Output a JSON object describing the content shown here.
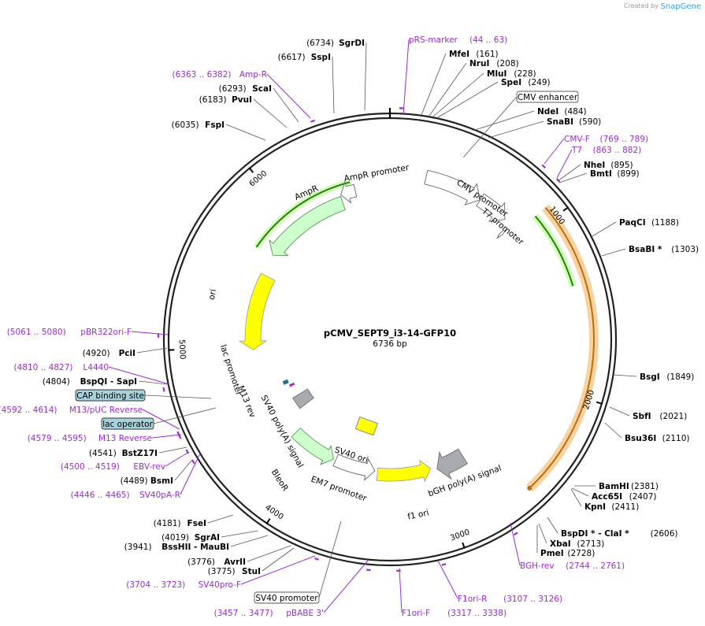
{
  "credit": {
    "prefix": "Created by",
    "brand": "SnapGene"
  },
  "title": "pCMV_SEPT9_i3-14-GFP10",
  "length_text": "6736 bp",
  "length": 6736,
  "ticks": [
    {
      "pos": 1000,
      "label": "1000"
    },
    {
      "pos": 2000,
      "label": "2000"
    },
    {
      "pos": 3000,
      "label": "3000"
    },
    {
      "pos": 4000,
      "label": "4000"
    },
    {
      "pos": 5000,
      "label": "5000"
    },
    {
      "pos": 6000,
      "label": "6000"
    }
  ],
  "sites": [
    {
      "name": "SgrDI",
      "pos_text": "(6734)",
      "pos": 6734,
      "side": "left",
      "star": false
    },
    {
      "name": "SspI",
      "pos_text": "(6617)",
      "pos": 6617,
      "side": "left",
      "star": false
    },
    {
      "name": "ScaI",
      "pos_text": "(6293)",
      "pos": 6293,
      "side": "left",
      "star": false
    },
    {
      "name": "PvuI",
      "pos_text": "(6183)",
      "pos": 6183,
      "side": "left",
      "star": false
    },
    {
      "name": "FspI",
      "pos_text": "(6035)",
      "pos": 6035,
      "side": "left",
      "star": false
    },
    {
      "name": "MfeI",
      "pos_text": "(161)",
      "pos": 161,
      "side": "right",
      "star": false
    },
    {
      "name": "NruI",
      "pos_text": "(208)",
      "pos": 208,
      "side": "right",
      "star": false
    },
    {
      "name": "MluI",
      "pos_text": "(228)",
      "pos": 228,
      "side": "right",
      "star": false
    },
    {
      "name": "SpeI",
      "pos_text": "(249)",
      "pos": 249,
      "side": "right",
      "star": false
    },
    {
      "name": "NdeI",
      "pos_text": "(484)",
      "pos": 484,
      "side": "right",
      "star": false
    },
    {
      "name": "SnaBI",
      "pos_text": "(590)",
      "pos": 590,
      "side": "right",
      "star": false
    },
    {
      "name": "NheI",
      "pos_text": "(895)",
      "pos": 895,
      "side": "right",
      "star": false
    },
    {
      "name": "BmtI",
      "pos_text": "(899)",
      "pos": 899,
      "side": "right",
      "star": false
    },
    {
      "name": "PaqCI",
      "pos_text": "(1188)",
      "pos": 1188,
      "side": "right",
      "star": false
    },
    {
      "name": "BsaBI *",
      "pos_text": "(1303)",
      "pos": 1303,
      "side": "right",
      "star": true
    },
    {
      "name": "BsgI",
      "pos_text": "(1849)",
      "pos": 1849,
      "side": "right",
      "star": false
    },
    {
      "name": "SbfI",
      "pos_text": "(2021)",
      "pos": 2021,
      "side": "right",
      "star": false
    },
    {
      "name": "Bsu36I",
      "pos_text": "(2110)",
      "pos": 2110,
      "side": "right",
      "star": false
    },
    {
      "name": "BamHI",
      "pos_text": "(2381)",
      "pos": 2381,
      "side": "right",
      "star": false
    },
    {
      "name": "Acc65I",
      "pos_text": "(2407)",
      "pos": 2407,
      "side": "right",
      "star": false
    },
    {
      "name": "KpnI",
      "pos_text": "(2411)",
      "pos": 2411,
      "side": "right",
      "star": false
    },
    {
      "name": "BspDI * - ClaI *",
      "pos_text": "(2606)",
      "pos": 2606,
      "side": "right",
      "star": true
    },
    {
      "name": "XbaI",
      "pos_text": "(2713)",
      "pos": 2713,
      "side": "right",
      "star": false
    },
    {
      "name": "PmeI",
      "pos_text": "(2728)",
      "pos": 2728,
      "side": "right",
      "star": false
    },
    {
      "name": "PciI",
      "pos_text": "(4920)",
      "pos": 4920,
      "side": "left",
      "star": false
    },
    {
      "name": "BspQI - SapI",
      "pos_text": "(4804)",
      "pos": 4804,
      "side": "left",
      "star": false
    },
    {
      "name": "BstZ17I",
      "pos_text": "(4541)",
      "pos": 4541,
      "side": "left",
      "star": false
    },
    {
      "name": "BsmI",
      "pos_text": "(4489)",
      "pos": 4489,
      "side": "left",
      "star": false
    },
    {
      "name": "FseI",
      "pos_text": "(4181)",
      "pos": 4181,
      "side": "left",
      "star": false
    },
    {
      "name": "SgrAI",
      "pos_text": "(4019)",
      "pos": 4019,
      "side": "left",
      "star": false
    },
    {
      "name": "BssHII - MauBI",
      "pos_text": "(3941)",
      "pos": 3941,
      "side": "left",
      "star": false
    },
    {
      "name": "AvrII",
      "pos_text": "(3776)",
      "pos": 3776,
      "side": "left",
      "star": false
    },
    {
      "name": "StuI",
      "pos_text": "(3775)",
      "pos": 3775,
      "side": "left",
      "star": false
    }
  ],
  "primers": [
    {
      "name": "pRS-marker",
      "range": "(44 .. 63)",
      "mid": 54,
      "side": "right"
    },
    {
      "name": "Amp-R",
      "range": "(6363 .. 6382)",
      "mid": 6372,
      "side": "left"
    },
    {
      "name": "CMV-F",
      "range": "(769 .. 789)",
      "mid": 779,
      "side": "right"
    },
    {
      "name": "T7",
      "range": "(863 .. 882)",
      "mid": 872,
      "side": "right"
    },
    {
      "name": "pBR322ori-F",
      "range": "(5061 .. 5080)",
      "mid": 5070,
      "side": "left"
    },
    {
      "name": "L4440",
      "range": "(4810 .. 4827)",
      "mid": 4818,
      "side": "left"
    },
    {
      "name": "M13/pUC Reverse",
      "range": "(4592 .. 4614)",
      "mid": 4603,
      "side": "left"
    },
    {
      "name": "M13 Reverse",
      "range": "(4579 .. 4595)",
      "mid": 4587,
      "side": "left"
    },
    {
      "name": "EBV-rev",
      "range": "(4500 .. 4519)",
      "mid": 4510,
      "side": "left"
    },
    {
      "name": "SV40pA-R",
      "range": "(4446 .. 4465)",
      "mid": 4455,
      "side": "left"
    },
    {
      "name": "SV40pro-F",
      "range": "(3704 .. 3723)",
      "mid": 3713,
      "side": "left"
    },
    {
      "name": "pBABE 3'",
      "range": "(3457 .. 3477)",
      "mid": 3467,
      "side": "left"
    },
    {
      "name": "F1ori-F",
      "range": "(3317 .. 3338)",
      "mid": 3328,
      "side": "right"
    },
    {
      "name": "F1ori-R",
      "range": "(3107 .. 3126)",
      "mid": 3116,
      "side": "right"
    },
    {
      "name": "BGH-rev",
      "range": "(2744 .. 2761)",
      "mid": 2752,
      "side": "right"
    }
  ],
  "boxed_labels": [
    {
      "name": "CMV enhancer",
      "pos": 380,
      "style": "white"
    },
    {
      "name": "CAP binding site",
      "pos": 4640,
      "style": "teal"
    },
    {
      "name": "lac operator",
      "pos": 4600,
      "style": "teal"
    },
    {
      "name": "SV40 promoter",
      "pos": 3600,
      "style": "white"
    }
  ],
  "features": [
    {
      "name": "CMV enhancer",
      "start": 235,
      "end": 615,
      "type": "enhancer",
      "dir": 1,
      "shown_label": ""
    },
    {
      "name": "CMV promoter",
      "start": 616,
      "end": 819,
      "type": "promoter",
      "dir": 1,
      "shown_label": "CMV promoter"
    },
    {
      "name": "T7 promoter",
      "start": 863,
      "end": 881,
      "type": "promoter",
      "dir": 1,
      "shown_label": "T7 promoter"
    },
    {
      "name": "insert-green",
      "start": 930,
      "end": 1380,
      "type": "cds-green",
      "dir": 1,
      "shown_label": ""
    },
    {
      "name": "insert-orange",
      "start": 930,
      "end": 2560,
      "type": "cds-orange",
      "dir": 1,
      "shown_label": ""
    },
    {
      "name": "bGH poly(A) signal",
      "start": 2770,
      "end": 2994,
      "type": "polya",
      "dir": 1,
      "shown_label": "bGH poly(A) signal"
    },
    {
      "name": "f1 ori",
      "start": 3040,
      "end": 3468,
      "type": "ori",
      "dir": -1,
      "shown_label": "f1 ori"
    },
    {
      "name": "SV40 ori",
      "start": 3600,
      "end": 3700,
      "type": "ori-box",
      "dir": 0,
      "shown_label": "SV40 ori"
    },
    {
      "name": "EM7 promoter",
      "start": 3490,
      "end": 3820,
      "type": "promoter",
      "dir": -1,
      "shown_label": "EM7 promoter"
    },
    {
      "name": "BleoR",
      "start": 3840,
      "end": 4215,
      "type": "cds",
      "dir": -1,
      "shown_label": "BleoR"
    },
    {
      "name": "SV40 poly(A) signal",
      "start": 4350,
      "end": 4470,
      "type": "polya",
      "dir": 0,
      "shown_label": "SV40 poly(A) signal"
    },
    {
      "name": "M13 rev",
      "start": 4579,
      "end": 4596,
      "type": "primer-bind",
      "dir": 0,
      "shown_label": "M13 rev"
    },
    {
      "name": "lac promoter",
      "start": 4620,
      "end": 4650,
      "type": "promoter-small",
      "dir": 0,
      "shown_label": "lac promoter"
    },
    {
      "name": "ori",
      "start": 4970,
      "end": 5560,
      "type": "ori",
      "dir": -1,
      "shown_label": "ori"
    },
    {
      "name": "AmpR",
      "start": 5720,
      "end": 6380,
      "type": "cds",
      "dir": -1,
      "shown_label": "AmpR"
    },
    {
      "name": "AmpR promoter",
      "start": 6385,
      "end": 6490,
      "type": "promoter",
      "dir": -1,
      "shown_label": "AmpR promoter"
    }
  ],
  "colors": {
    "backbone": "#222222",
    "primer": "#9b2bd6",
    "cds": "#ccffcc",
    "ori": "#ffff00",
    "promoter": "#ffffff",
    "polya": "#a7aaae",
    "teal": "#a6d2dc",
    "orange_highlight": "#f6d4a0",
    "green_line": "#2a7a12",
    "orange_line": "#c06a12",
    "brand": "#3aa0d8"
  }
}
